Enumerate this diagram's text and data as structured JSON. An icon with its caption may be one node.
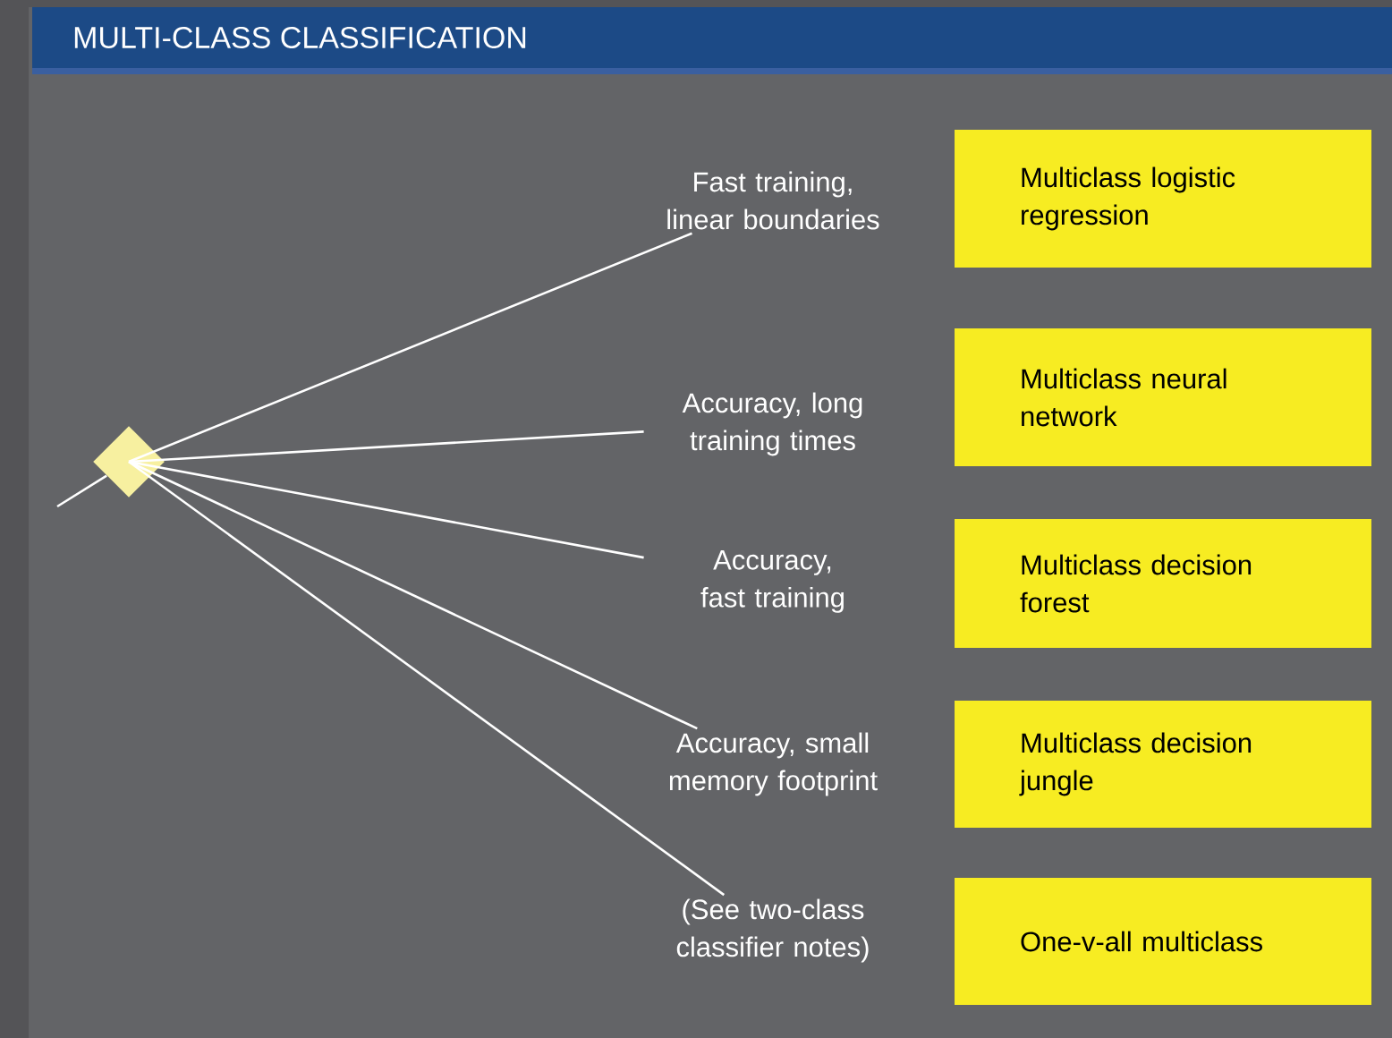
{
  "diagram": {
    "title": "MULTI-CLASS CLASSIFICATION",
    "nodes": [
      {
        "text": [],
        "shape": "diamond"
      },
      {
        "text": [
          "Fast training, linear boundaries"
        ]
      },
      {
        "text": [
          "Accuracy, long training times"
        ]
      },
      {
        "text": [
          "Accuracy, fast training"
        ]
      },
      {
        "text": [
          "Accuracy, small memory footprint"
        ]
      },
      {
        "text": [
          "(See two-class classifier notes)"
        ]
      },
      {
        "text": [
          "Multiclass logistic regression"
        ]
      },
      {
        "text": [
          "Multiclass neural network"
        ]
      },
      {
        "text": [
          "Multiclass decision forest"
        ]
      },
      {
        "text": [
          "Multiclass decision jungle"
        ]
      },
      {
        "text": [
          "One-v-all multiclass"
        ]
      }
    ],
    "edges": [
      {
        "from": null,
        "to": 0,
        "arrow": "none"
      },
      {
        "from": 0,
        "to": 1,
        "arrow": "none"
      },
      {
        "from": 0,
        "to": 2,
        "arrow": "none"
      },
      {
        "from": 0,
        "to": 3,
        "arrow": "none"
      },
      {
        "from": 0,
        "to": 4,
        "arrow": "none"
      },
      {
        "from": 0,
        "to": 5,
        "arrow": "none"
      }
    ]
  }
}
